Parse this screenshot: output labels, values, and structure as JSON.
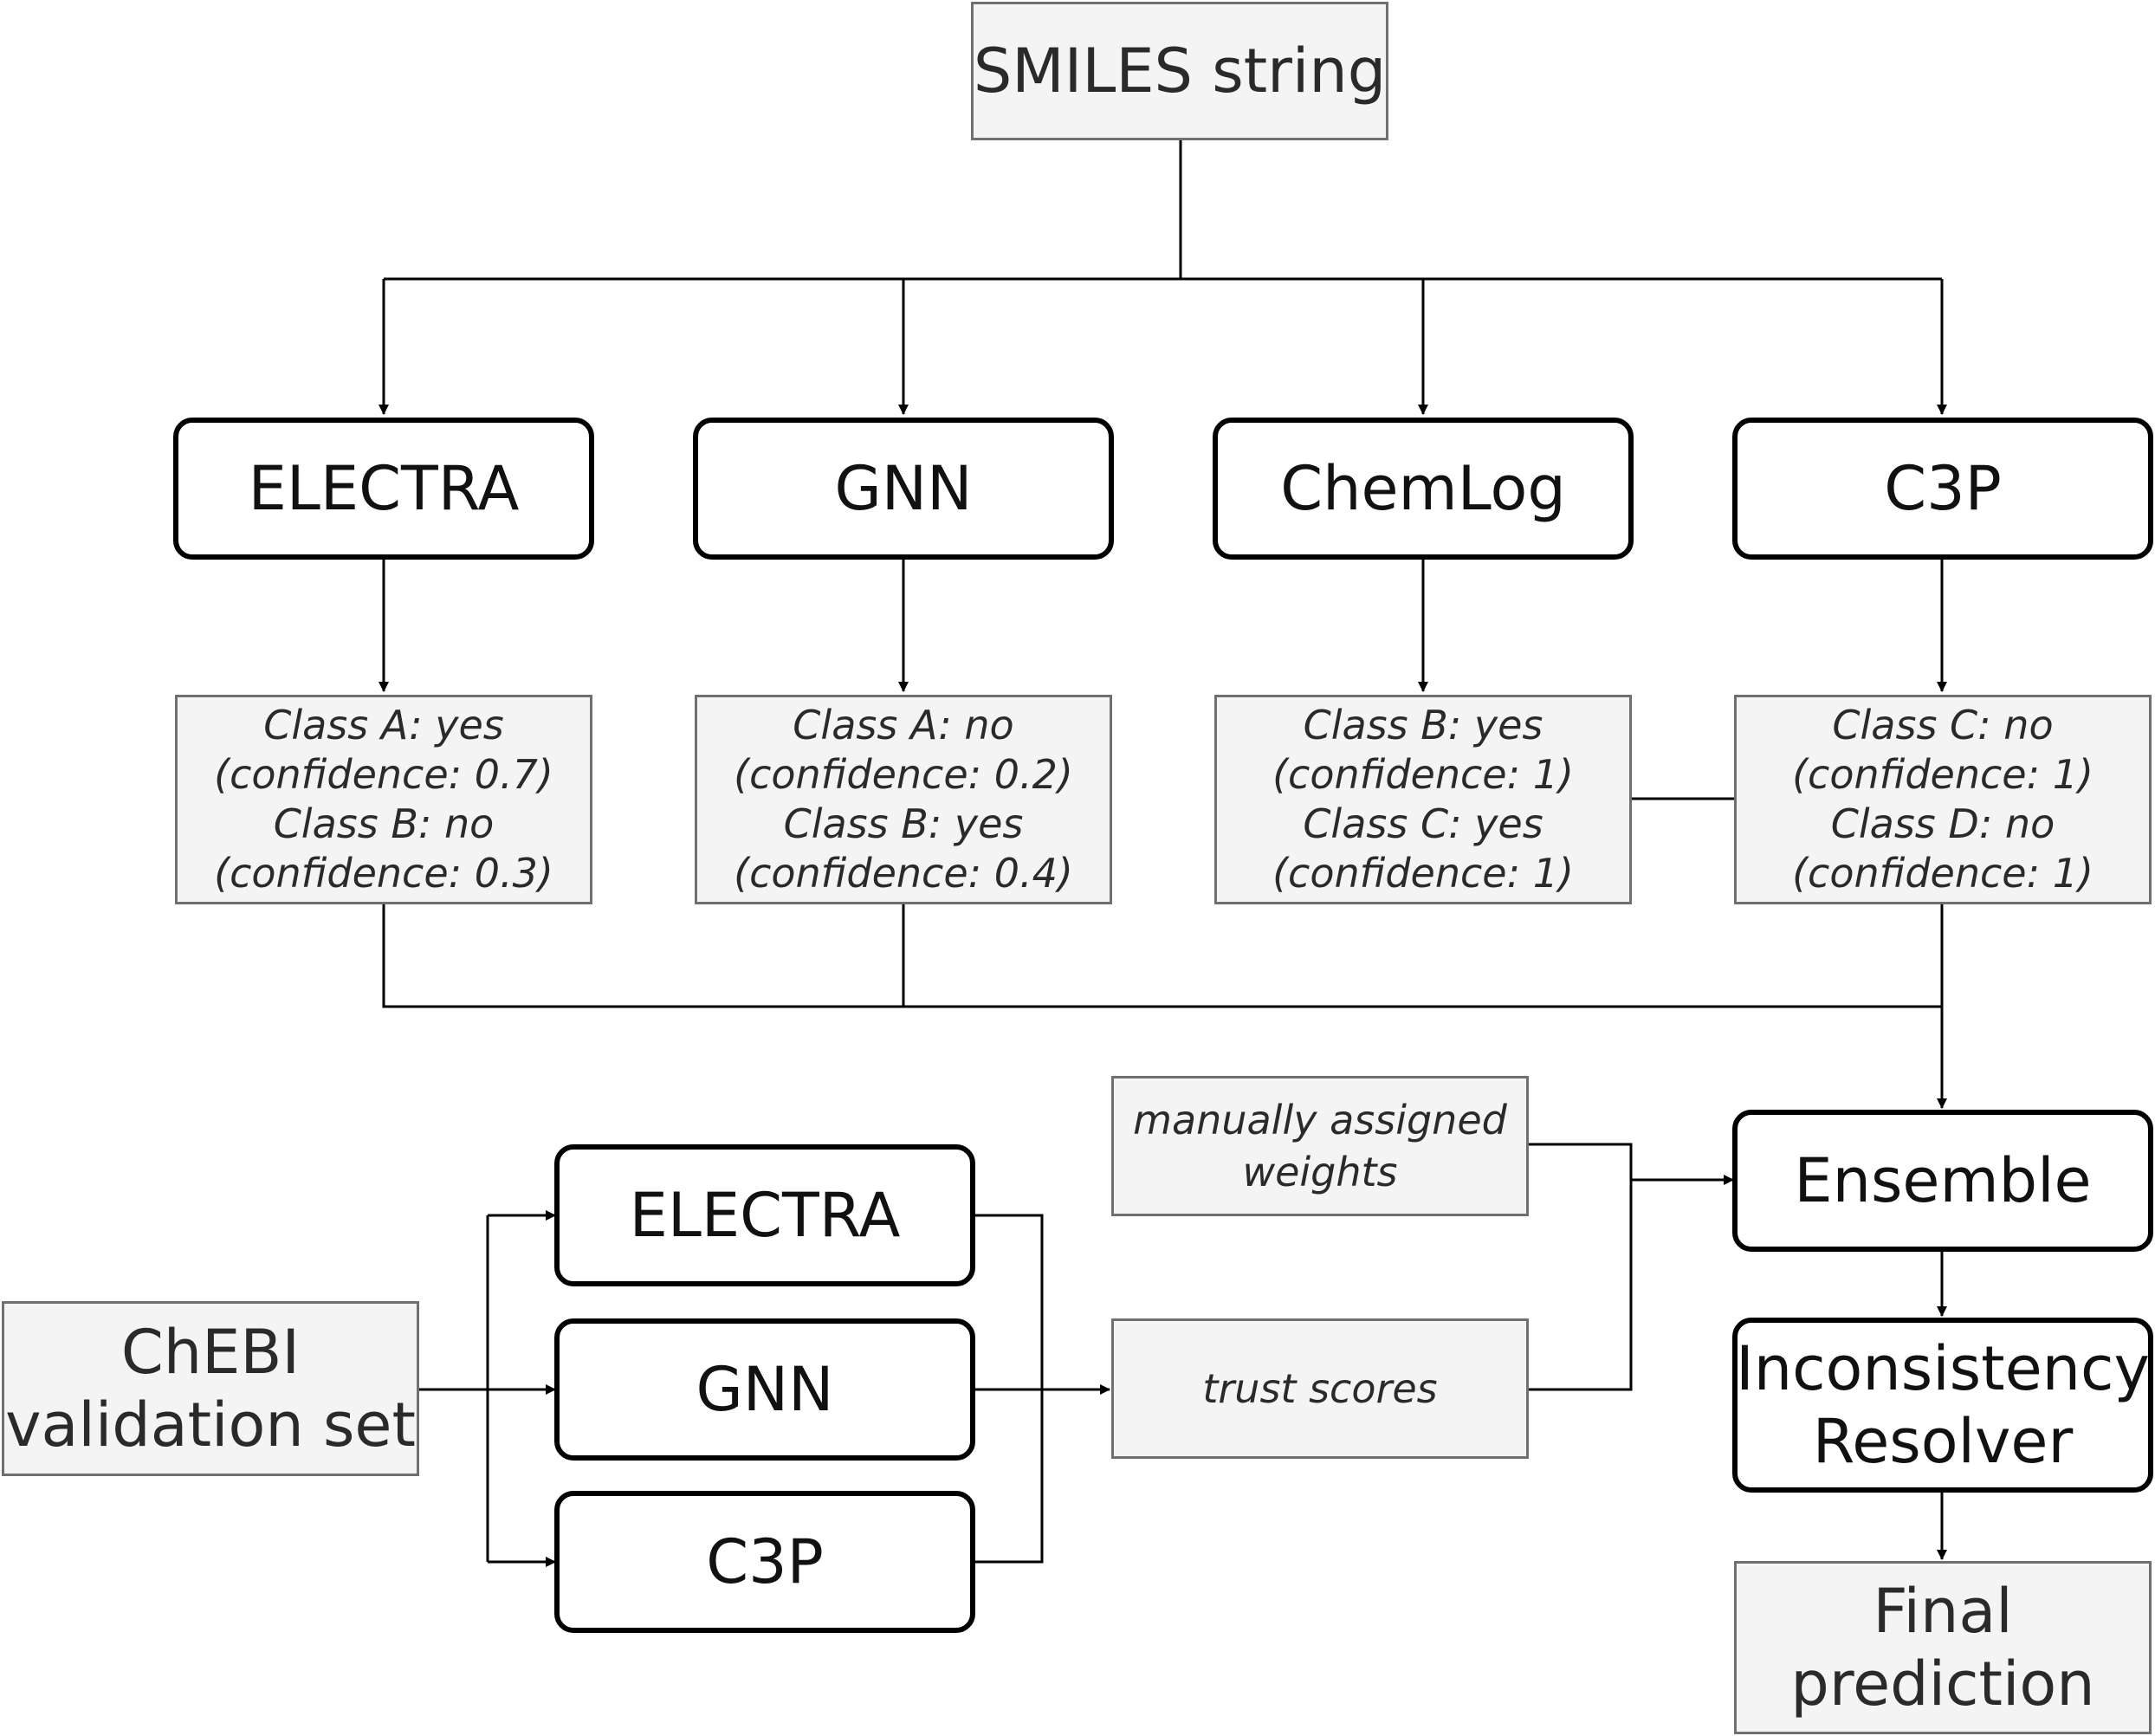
{
  "input": {
    "label": "SMILES string"
  },
  "models": [
    {
      "label": "ELECTRA"
    },
    {
      "label": "GNN"
    },
    {
      "label": "ChemLog"
    },
    {
      "label": "C3P"
    }
  ],
  "outputs": [
    {
      "lines": [
        "Class A: yes",
        "(confidence: 0.7)",
        "Class B: no",
        "(confidence: 0.3)"
      ]
    },
    {
      "lines": [
        "Class A: no",
        "(confidence: 0.2)",
        "Class B: yes",
        "(confidence: 0.4)"
      ]
    },
    {
      "lines": [
        "Class B: yes",
        "(confidence: 1)",
        "Class C: yes",
        "(confidence: 1)"
      ]
    },
    {
      "lines": [
        "Class C: no",
        "(confidence: 1)",
        "Class D: no",
        "(confidence: 1)"
      ]
    }
  ],
  "weights": {
    "lines": [
      "manually assigned",
      "weights"
    ]
  },
  "validation": {
    "source": {
      "lines": [
        "ChEBI",
        "validation set"
      ]
    },
    "models": [
      {
        "label": "ELECTRA"
      },
      {
        "label": "GNN"
      },
      {
        "label": "C3P"
      }
    ],
    "trust": {
      "label": "trust scores"
    }
  },
  "ensemble": {
    "label": "Ensemble"
  },
  "resolver": {
    "lines": [
      "Inconsistency",
      "Resolver"
    ]
  },
  "final": {
    "lines": [
      "Final",
      "prediction"
    ]
  }
}
